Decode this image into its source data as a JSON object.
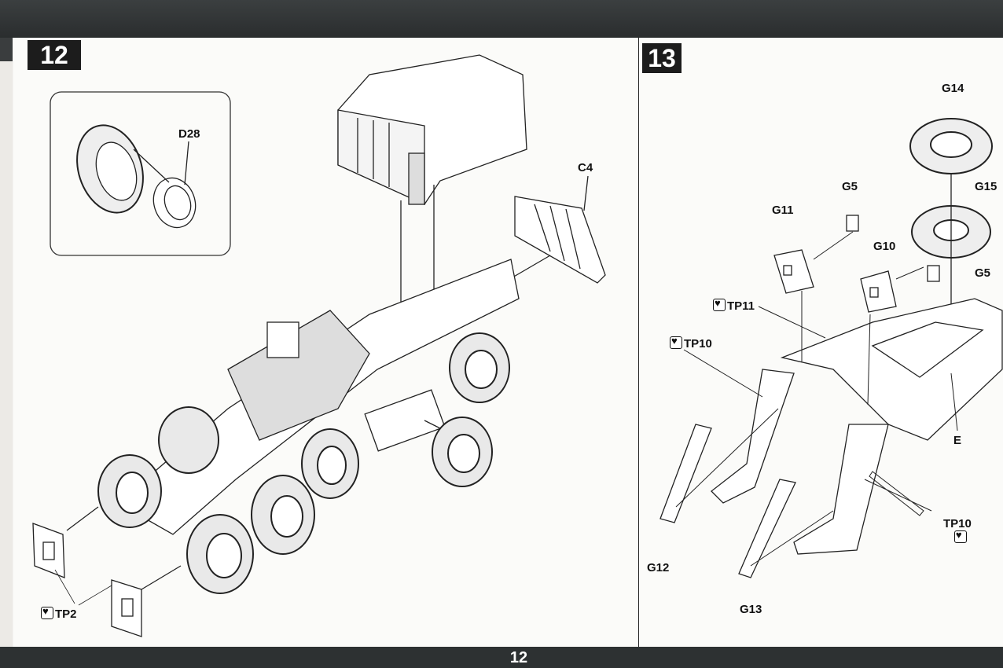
{
  "page_number": "12",
  "steps": [
    {
      "number": "12",
      "labels": {
        "d28": "D28",
        "c4": "C4",
        "tp2": "TP2"
      }
    },
    {
      "number": "13",
      "labels": {
        "g14": "G14",
        "g15": "G15",
        "g5a": "G5",
        "g11": "G11",
        "g10": "G10",
        "g5b": "G5",
        "tp11": "TP11",
        "tp10a": "TP10",
        "e": "E",
        "tp10b": "TP10",
        "g12": "G12",
        "g13": "G13"
      }
    }
  ],
  "icons": {
    "paint_marker": "heart-split-icon"
  }
}
